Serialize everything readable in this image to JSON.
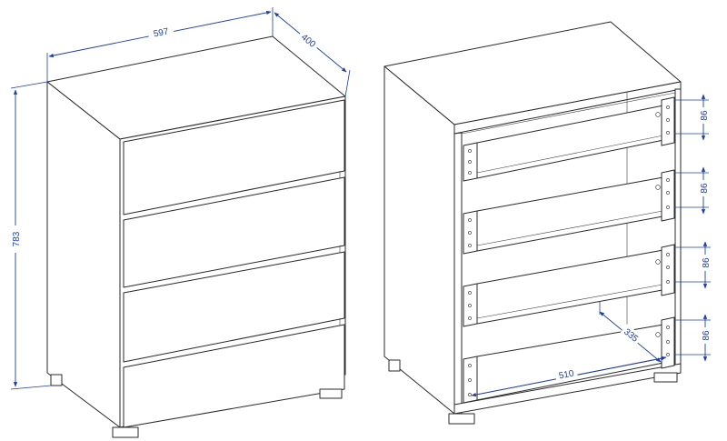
{
  "dimensions": {
    "width": "597",
    "depth": "400",
    "height": "783",
    "drawer_height_1": "86",
    "drawer_height_2": "86",
    "drawer_height_3": "86",
    "drawer_height_4": "86",
    "drawer_depth": "335",
    "drawer_inner_width": "510"
  },
  "colors": {
    "dimension": "#1f3f9f",
    "outline": "#2a2a2a",
    "background": "#ffffff"
  }
}
